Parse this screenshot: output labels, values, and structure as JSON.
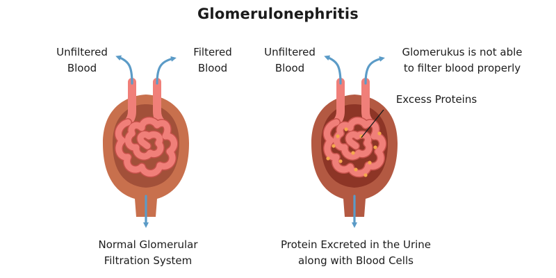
{
  "title": "Glomerulonephritis",
  "colors": {
    "arrow": "#5b9bc7",
    "capsule_outer_normal": "#c8704d",
    "capsule_inner_normal": "#a25039",
    "capsule_outer_disease": "#b35942",
    "capsule_inner_disease": "#8d3526",
    "vessel": "#f07f79",
    "vessel_dark": "#c5504a",
    "protein": "#f5a94d"
  },
  "panels": {
    "normal": {
      "left_label": "Unfiltered\nBlood",
      "right_label": "Filtered\nBlood",
      "caption": "Normal Glomerular\nFiltration System"
    },
    "disease": {
      "left_label": "Unfiltered\nBlood",
      "right_label": "Glomerukus is not able\nto filter blood properly",
      "callout": "Excess Proteins",
      "caption": "Protein Excreted in the Urine\nalong with Blood Cells"
    }
  }
}
